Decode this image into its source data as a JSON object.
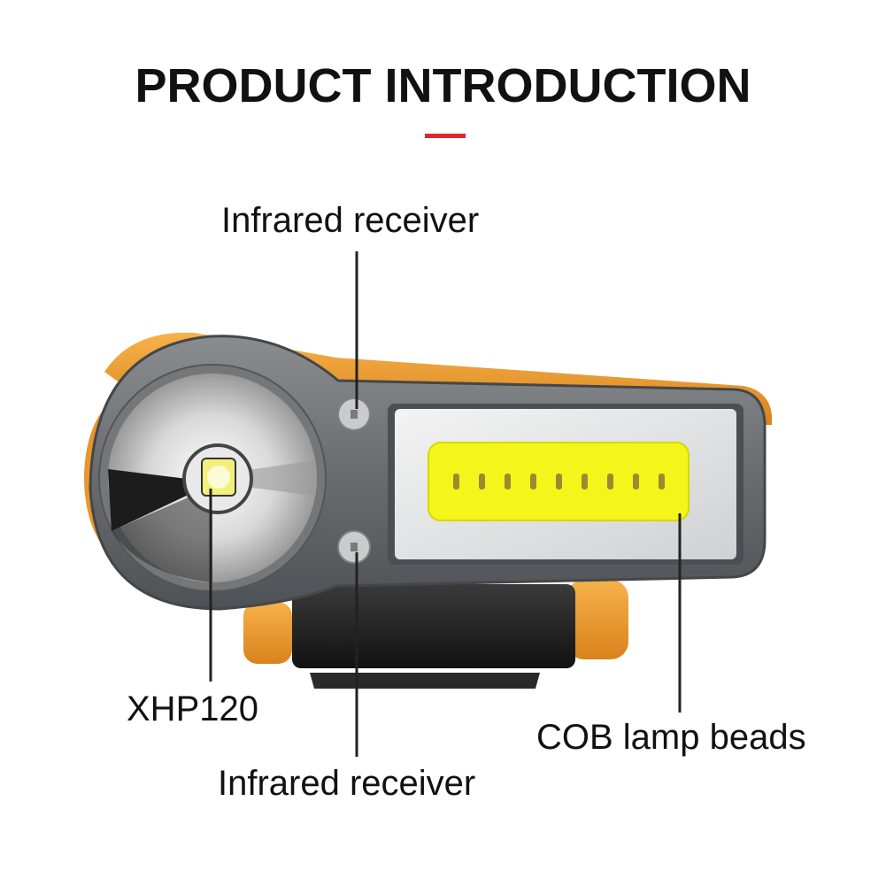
{
  "title": "PRODUCT INTRODUCTION",
  "colors": {
    "accent": "#e0262b",
    "housing": "#6b6e72",
    "orange": "#f2a033",
    "cob": "#f4f51a",
    "strap": "#1e1e1e"
  },
  "labels": {
    "infrared_top": "Infrared receiver",
    "xhp": "XHP120",
    "cob": "COB lamp beads",
    "infrared_bottom": "Infrared receiver"
  },
  "cob_led_count": 9
}
